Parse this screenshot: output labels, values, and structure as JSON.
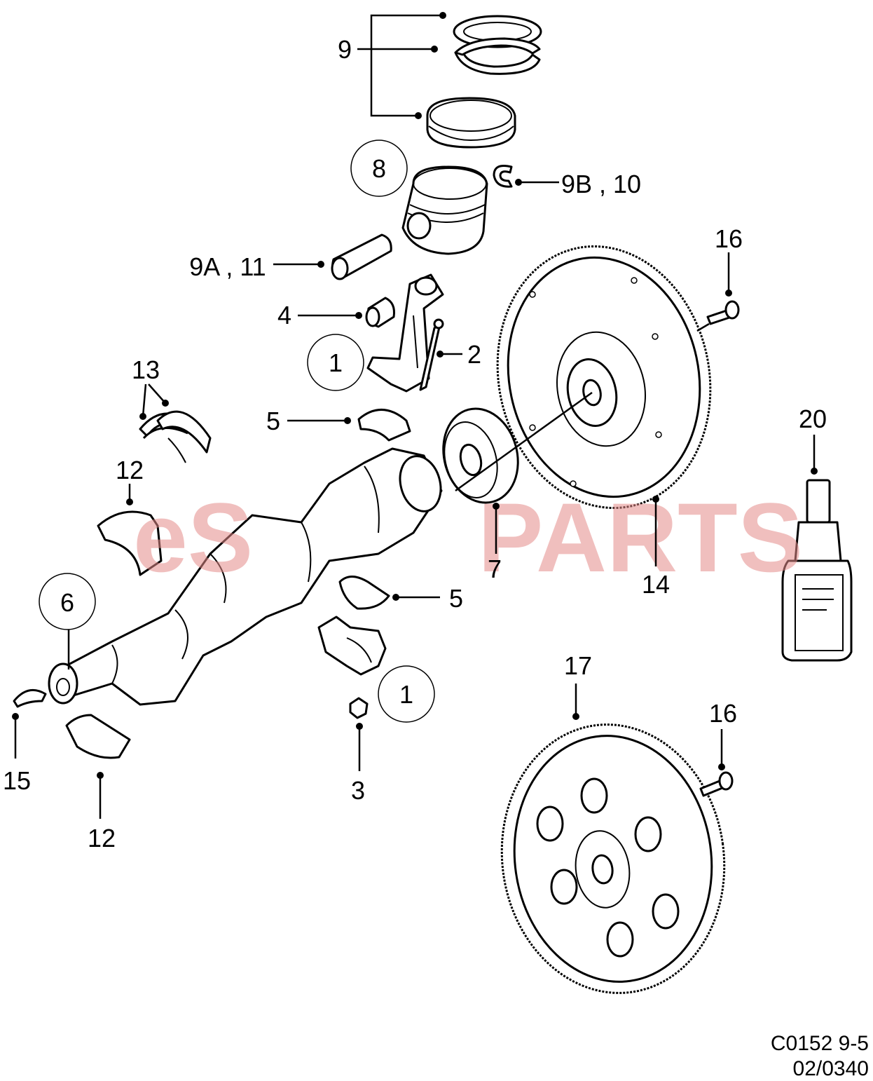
{
  "watermark": {
    "text_a": "eS",
    "text_b": "PARTS",
    "color": "#e38b89"
  },
  "labels": {
    "ring_set": "9",
    "piston": "8",
    "circlip": "9B , 10",
    "piston_pin": "9A , 11",
    "flywheel_bolt_top": "16",
    "bushing": "4",
    "connecting_rod": "1",
    "rod_bolt": "2",
    "thrust_washers": "13",
    "rod_bearing_top": "5",
    "main_bearing_upper": "12",
    "crank_gear": "7",
    "flywheel": "14",
    "sealant_bottle": "20",
    "crankshaft": "6",
    "rod_bearing_lower": "5",
    "rod_cap": "1",
    "woodruff_key": "15",
    "rod_nut": "3",
    "main_bearing_lower": "12",
    "flexplate": "17",
    "flexplate_bolt": "16"
  },
  "footer": {
    "code": "C0152 9-5",
    "date": "02/0340"
  }
}
